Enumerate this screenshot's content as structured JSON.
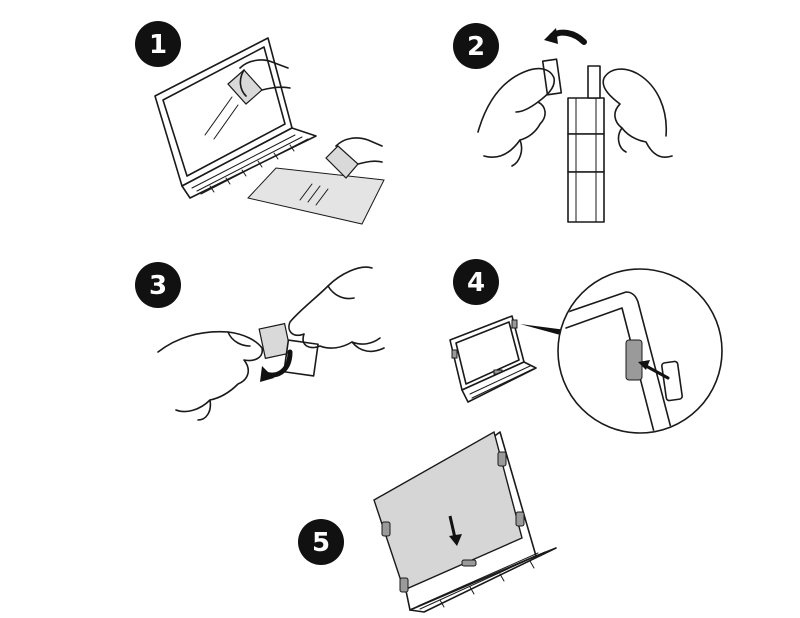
{
  "steps": [
    {
      "number": "1"
    },
    {
      "number": "2"
    },
    {
      "number": "3"
    },
    {
      "number": "4"
    },
    {
      "number": "5"
    }
  ],
  "colors": {
    "badge": "#111111",
    "line": "#1a1a1a",
    "fill_grey": "#d9d9d9",
    "tab_grey": "#9a9a9a"
  }
}
